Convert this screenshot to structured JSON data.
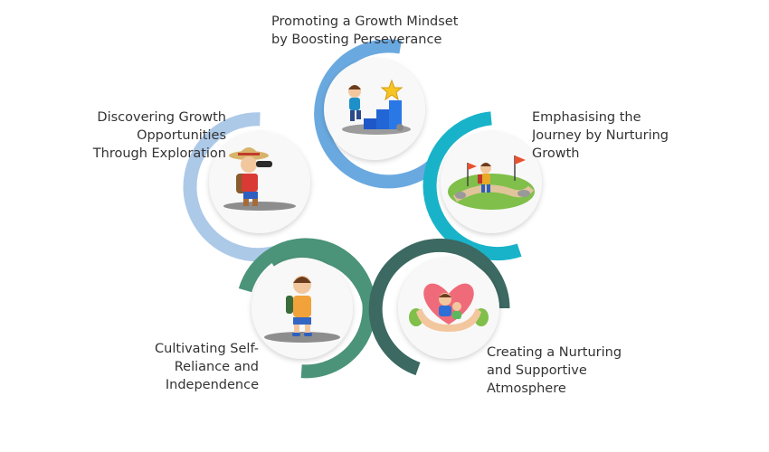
{
  "colors": {
    "top": "#6aa9e0",
    "left": "#adc9e8",
    "right": "#19b3c9",
    "bottom_left": "#4b9479",
    "bottom_right": "#3c6961",
    "disc": "#f8f8f8",
    "text": "#333333"
  },
  "nodes": [
    {
      "id": "top",
      "icon": "child-climbing-stairs-star-icon",
      "lines": [
        "Promoting a Growth Mindset",
        "by Boosting Perseverance"
      ]
    },
    {
      "id": "left",
      "icon": "child-with-binoculars-icon",
      "lines": [
        "Discovering Growth",
        "Opportunities",
        "Through Exploration"
      ]
    },
    {
      "id": "right",
      "icon": "child-walking-path-flags-icon",
      "lines": [
        "Emphasising the",
        "Journey by Nurturing",
        "Growth"
      ]
    },
    {
      "id": "bottom_left",
      "icon": "confident-child-standing-icon",
      "lines": [
        "Cultivating Self-",
        "Reliance and",
        "Independence"
      ]
    },
    {
      "id": "bottom_right",
      "icon": "hands-holding-heart-family-icon",
      "lines": [
        "Creating a Nurturing",
        "and Supportive",
        "Atmosphere"
      ]
    }
  ]
}
